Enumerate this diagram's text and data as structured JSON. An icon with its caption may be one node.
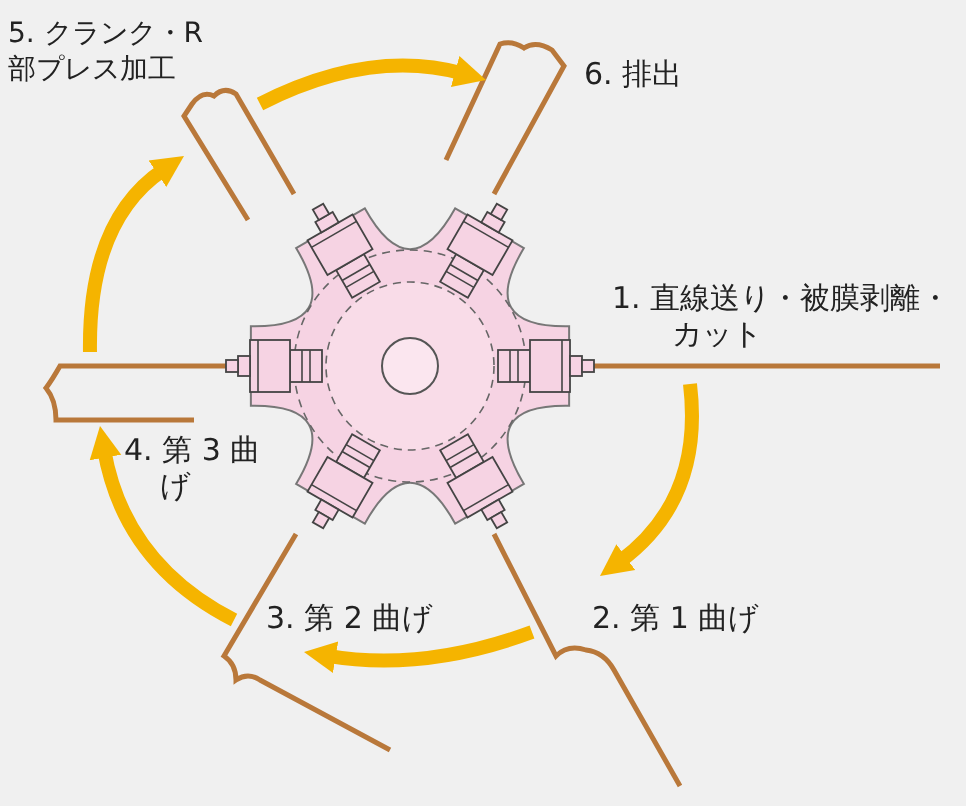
{
  "diagram": {
    "nodes": [
      {
        "text": [
          "1. 直線送り・被膜剥離・カット"
        ]
      },
      {
        "text": [
          "2. 第 1 曲げ"
        ]
      },
      {
        "text": [
          "3. 第 2 曲げ"
        ]
      },
      {
        "text": [
          "4. 第 3 曲げ"
        ]
      },
      {
        "text": [
          "5. クランク・R 部プレス加工"
        ]
      },
      {
        "text": [
          "6. 排出"
        ]
      }
    ],
    "edges": [
      {
        "from": 0,
        "to": 1,
        "arrow": "to"
      },
      {
        "from": 1,
        "to": 2,
        "arrow": "to"
      },
      {
        "from": 2,
        "to": 3,
        "arrow": "to"
      },
      {
        "from": 3,
        "to": 4,
        "arrow": "to"
      },
      {
        "from": 4,
        "to": 5,
        "arrow": "to"
      }
    ]
  }
}
